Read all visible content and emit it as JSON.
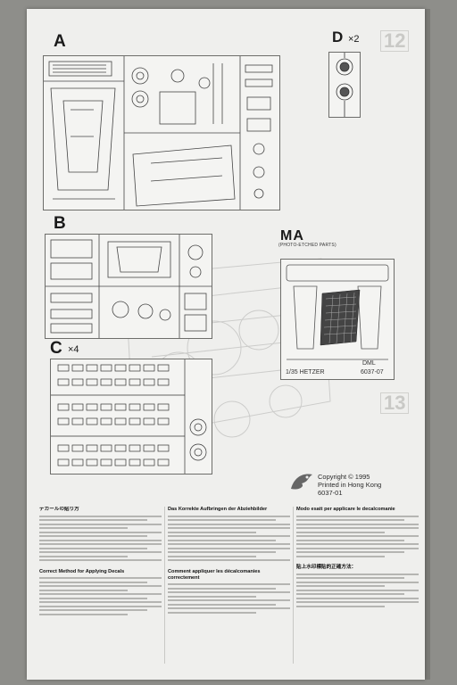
{
  "sections": {
    "a": {
      "letter": "A"
    },
    "b": {
      "letter": "B"
    },
    "c": {
      "letter": "C",
      "multiplier": "×4"
    },
    "d": {
      "letter": "D",
      "multiplier": "×2"
    },
    "ma": {
      "letter": "MA",
      "subtitle": "(PHOTO-ETCHED PARTS)",
      "dml": "DML",
      "plate": "1/35 HETZER",
      "code": "6037-07"
    }
  },
  "page_numbers": {
    "top": "12",
    "bottom": "13"
  },
  "copyright": {
    "line1": "Copyright © 1995",
    "line2": "Printed in Hong Kong",
    "line3": "6037-01"
  },
  "instructions": {
    "japanese": "デカールの貼り方",
    "english": "Correct Method for Applying Decals",
    "german": "Das Korrekte Aufbringen der Abziehbilder",
    "french": "Comment appliquer les décalcomanies correctement",
    "italian": "Modo esatt per applicare le decalcomanie",
    "chinese": "貼上水印標貼的正確方法："
  },
  "icons": {
    "dragon_logo": "dragon-logo-icon"
  }
}
